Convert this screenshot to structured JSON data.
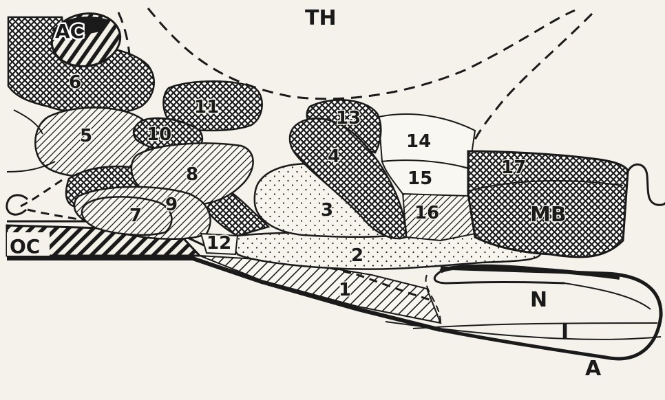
{
  "diagram": {
    "regions": {
      "r1": "1",
      "r2": "2",
      "r3": "3",
      "r4": "4",
      "r5": "5",
      "r6": "6",
      "r7": "7",
      "r8": "8",
      "r9": "9",
      "r10": "10",
      "r11": "11",
      "r12": "12",
      "r13": "13",
      "r14": "14",
      "r15": "15",
      "r16": "16",
      "r17": "17"
    },
    "structures": {
      "thalamus": "TH",
      "anterior_commissure": "AC",
      "optic_chiasm": "OC",
      "mammillary_body": "MB",
      "neural_lobe": "N",
      "intermediate_lobe": "I",
      "anterior_lobe": "A"
    },
    "patterns": [
      "crosshatch",
      "diagonal-hatch",
      "stipple",
      "solid-stripe",
      "blank"
    ],
    "colors": {
      "ink": "#1a1a1a",
      "paper": "#f4f2ea"
    }
  }
}
